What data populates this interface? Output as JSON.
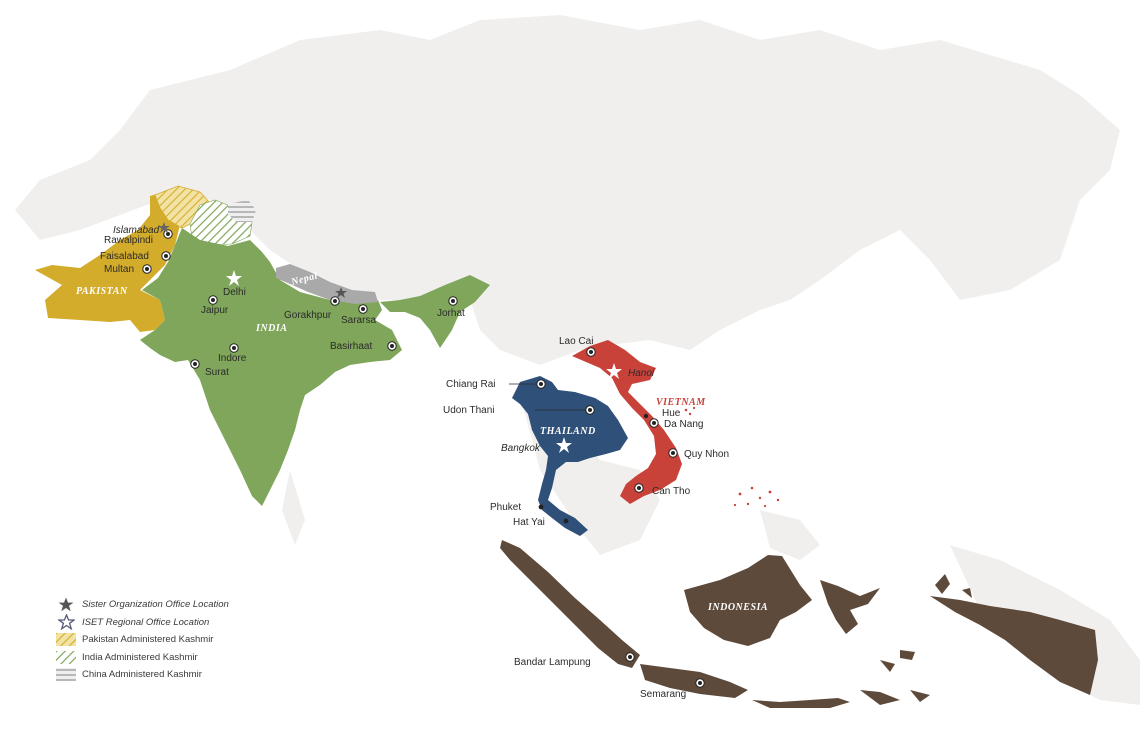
{
  "countries": {
    "pakistan": "PAKISTAN",
    "india": "INDIA",
    "nepal": "Nepal",
    "thailand": "THAILAND",
    "vietnam": "VIETNAM",
    "indonesia": "INDONESIA"
  },
  "cities": {
    "islamabad": "Islamabad",
    "rawalpindi": "Rawalpindi",
    "faisalabad": "Faisalabad",
    "multan": "Multan",
    "delhi": "Delhi",
    "jaipur": "Jaipur",
    "gorakhpur": "Gorakhpur",
    "sararsa": "Sararsa",
    "jorhat": "Jorhat",
    "basirhaat": "Basirhaat",
    "indore": "Indore",
    "surat": "Surat",
    "lao_cai": "Lao Cai",
    "hanoi": "Hanoi",
    "chiang_rai": "Chiang Rai",
    "udon_thani": "Udon Thani",
    "hue": "Hue",
    "da_nang": "Da Nang",
    "bangkok": "Bangkok",
    "quy_nhon": "Quy Nhon",
    "can_tho": "Can Tho",
    "phuket": "Phuket",
    "hat_yai": "Hat Yai",
    "bandar_lampung": "Bandar Lampung",
    "semarang": "Semarang"
  },
  "legend": {
    "sister_office": "Sister Organization Office Location",
    "iset_office": "ISET Regional Office Location",
    "pakistan_kashmir": "Pakistan Administered Kashmir",
    "india_kashmir": "India Administered Kashmir",
    "china_kashmir": "China Administered Kashmir"
  },
  "colors": {
    "land": "#f0efee",
    "pakistan": "#d4ac2b",
    "india": "#7fa65a",
    "nepal": "#a9a9a9",
    "thailand": "#2f5078",
    "vietnam": "#c9423a",
    "indonesia": "#5e4a3b"
  }
}
